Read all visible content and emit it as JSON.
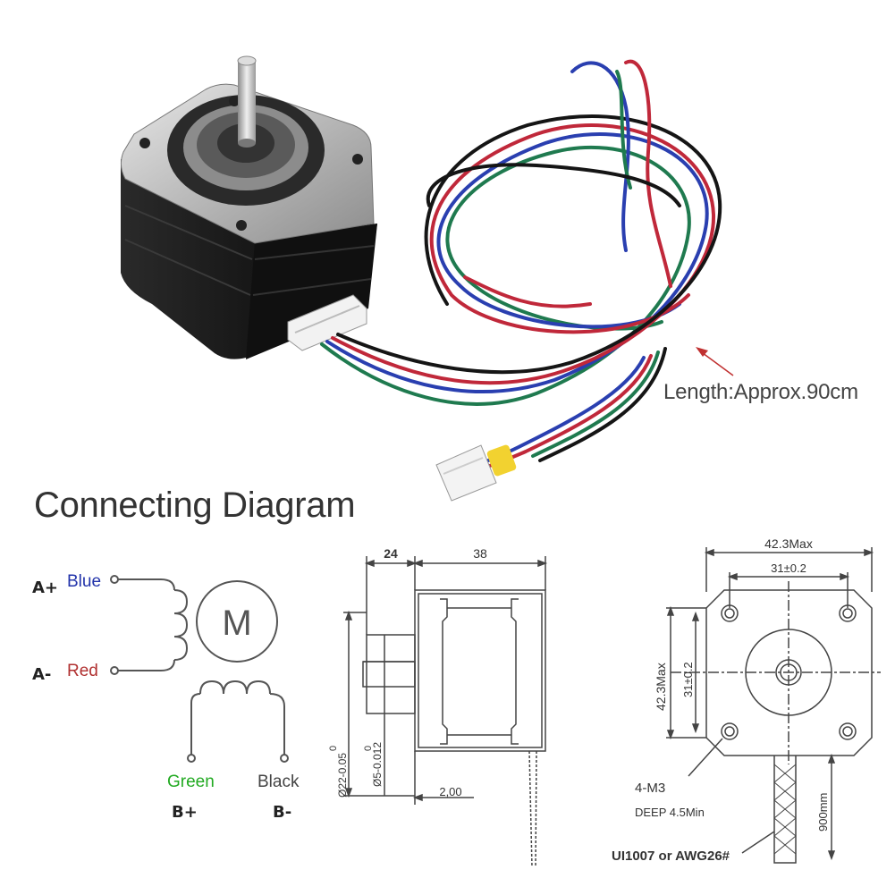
{
  "product": {
    "length_note": "Length:Approx.90cm"
  },
  "connecting": {
    "title": "Connecting Diagram",
    "motor_symbol": "M",
    "pins": [
      {
        "pin": "A+",
        "wire": "Blue",
        "color": "#2233aa"
      },
      {
        "pin": "A-",
        "wire": "Red",
        "color": "#b03030"
      },
      {
        "pin": "B+",
        "wire": "Green",
        "color": "#22aa22"
      },
      {
        "pin": "B-",
        "wire": "Black",
        "color": "#333333"
      }
    ]
  },
  "side_view": {
    "dim_flange": "24",
    "dim_body": "38",
    "dim_boss": "2,00",
    "dim_pilot": "Ø22-0.05",
    "dim_pilot_zero": "0",
    "dim_shaft": "Ø5-0.012",
    "dim_shaft_zero": "0"
  },
  "front_view": {
    "dim_width": "42.3Max",
    "dim_hole_spacing": "31±0.2",
    "dim_height": "42.3Max",
    "dim_hole_spacing_v": "31±0.2",
    "dim_cable": "900mm",
    "note_screw": "4-M3",
    "note_depth": "DEEP 4.5Min",
    "note_wire": "UI1007 or AWG26#"
  },
  "wire_colors": {
    "blue": "#2a3fb0",
    "red": "#c0283a",
    "green": "#1f7a4f",
    "black": "#151515",
    "arrow": "#c03030"
  }
}
